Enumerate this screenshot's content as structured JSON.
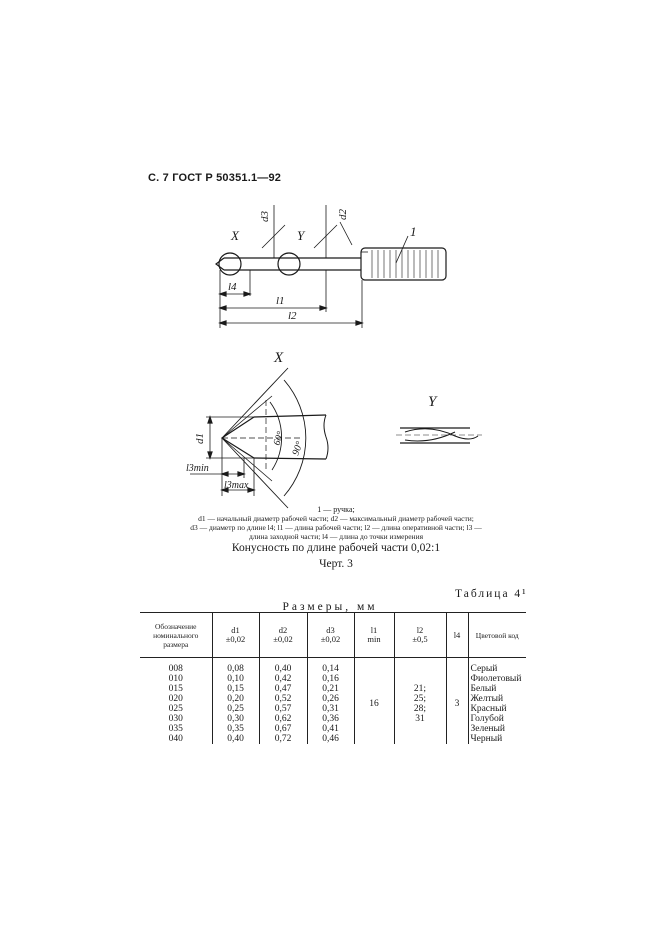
{
  "header": "С. 7 ГОСТ Р 50351.1—92",
  "drawing": {
    "labels": {
      "X": "X",
      "Y": "Y",
      "one": "1",
      "d1": "d1",
      "d2": "d2",
      "d3": "d3",
      "l1": "l1",
      "l2": "l2",
      "l3min": "l3min",
      "l3max": "l3max",
      "l4": "l4",
      "deg60": "60°",
      "deg90": "90°"
    }
  },
  "legend": {
    "line1": "1 — ручка;",
    "line2": "d1 — начальный диаметр рабочей части; d2 — максимальный диаметр рабочей части;",
    "line3": "d3 — диаметр по длине l4; l1 — длина рабочей части; l2 — длина оперативной части; l3 —",
    "line4": "длина заходной части; l4 — длина до точки измерения"
  },
  "taper_note": "Конусность по длине рабочей части 0,02:1",
  "figure_label": "Черт. 3",
  "table": {
    "title": "Таблица 4¹",
    "caption": "Размеры, мм",
    "headers": {
      "col1": "Обозначение номинального размера",
      "col2_main": "d1",
      "col2_sub": "±0,02",
      "col3_main": "d2",
      "col3_sub": "±0,02",
      "col4_main": "d3",
      "col4_sub": "±0,02",
      "col5_main": "l1",
      "col5_sub": "min",
      "col6_main": "l2",
      "col6_sub": "±0,5",
      "col7_main": "l4",
      "col8": "Цветовой код"
    },
    "designations": [
      "008",
      "010",
      "015",
      "020",
      "025",
      "030",
      "035",
      "040"
    ],
    "d1": [
      "0,08",
      "0,10",
      "0,15",
      "0,20",
      "0,25",
      "0,30",
      "0,35",
      "0,40"
    ],
    "d2": [
      "0,40",
      "0,42",
      "0,47",
      "0,52",
      "0,57",
      "0,62",
      "0,67",
      "0,72"
    ],
    "d3": [
      "0,14",
      "0,16",
      "0,21",
      "0,26",
      "0,31",
      "0,36",
      "0,41",
      "0,46"
    ],
    "l1": "16",
    "l2": [
      "21;",
      "25;",
      "28;",
      "31"
    ],
    "l4": "3",
    "colors": [
      "Серый",
      "Фиолетовый",
      "Белый",
      "Желтый",
      "Красный",
      "Голубой",
      "Зеленый",
      "Черный"
    ]
  }
}
